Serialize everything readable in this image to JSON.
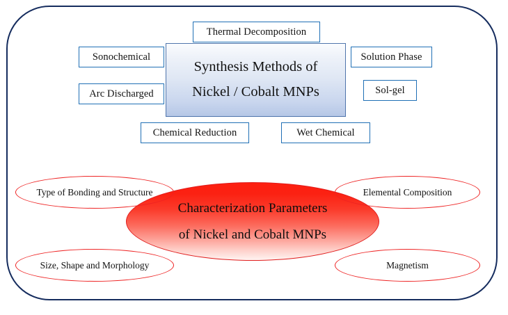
{
  "diagram": {
    "title_center": {
      "line1": "Synthesis Methods of",
      "line2": "Nickel / Cobalt MNPs"
    },
    "synthesis_methods": [
      {
        "label": "Thermal Decomposition"
      },
      {
        "label": "Sonochemical"
      },
      {
        "label": "Solution Phase"
      },
      {
        "label": "Arc Discharged"
      },
      {
        "label": "Sol-gel"
      },
      {
        "label": "Chemical Reduction"
      },
      {
        "label": "Wet Chemical"
      }
    ],
    "characterization_center": {
      "line1": "Characterization Parameters",
      "line2": "of Nickel and Cobalt MNPs"
    },
    "characterization_parameters": [
      {
        "label": "Type of Bonding and Structure"
      },
      {
        "label": "Elemental Composition"
      },
      {
        "label": "Size, Shape and Morphology"
      },
      {
        "label": "Magnetism"
      }
    ],
    "colors": {
      "frame_border": "#152c5e",
      "method_box_border": "#1f6fb5",
      "center_box_border": "#4f74ab",
      "center_box_gradient_top": "#fbfcfe",
      "center_box_gradient_bottom": "#b6c7e6",
      "ellipse_border": "#ee2222",
      "char_gradient_top": "#fd1f10",
      "char_gradient_bottom": "#fff4f2",
      "text": "#111111",
      "background": "#ffffff"
    }
  }
}
